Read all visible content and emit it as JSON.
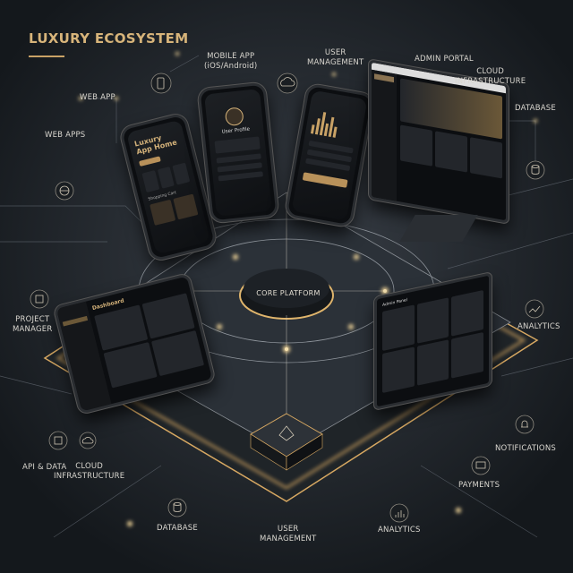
{
  "title": "LUXURY ECOSYSTEM",
  "core": {
    "label": "CORE PLATFORM"
  },
  "labels": {
    "mobile_app": [
      "MOBILE APP",
      "(iOS/Android)"
    ],
    "user_management_top": [
      "USER",
      "MANAGEMENT"
    ],
    "admin_portal": "ADMIN PORTAL",
    "cloud_top": [
      "CLOUD",
      "INFRASTRUCTURE"
    ],
    "database_top": "DATABASE",
    "web_app": "WEB APP",
    "web_apps": "WEB APPS",
    "project_manager": [
      "PROJECT",
      "MANAGER"
    ],
    "analytics_right": "ANALYTICS",
    "api_data": "API & DATA",
    "cloud_bottom": [
      "CLOUD",
      "INFRASTRUCTURE"
    ],
    "database_bottom": "DATABASE",
    "user_management_bottom": [
      "USER",
      "MANAGEMENT"
    ],
    "analytics_bottom": "ANALYTICS",
    "payments": "PAYMENTS",
    "notifications": "NOTIFICATIONS"
  },
  "screens": {
    "phone_home": {
      "title": "Luxury App Home",
      "section": "Shopping Cart"
    },
    "phone_profile": {
      "title": "User Profile"
    },
    "tablet": {
      "title": "Dashboard"
    },
    "monitor_right": {
      "title": "Admin Panel"
    }
  },
  "colors": {
    "background": "#14181c",
    "accent_gold": "#d7b47a",
    "platform": "#2b3138"
  }
}
